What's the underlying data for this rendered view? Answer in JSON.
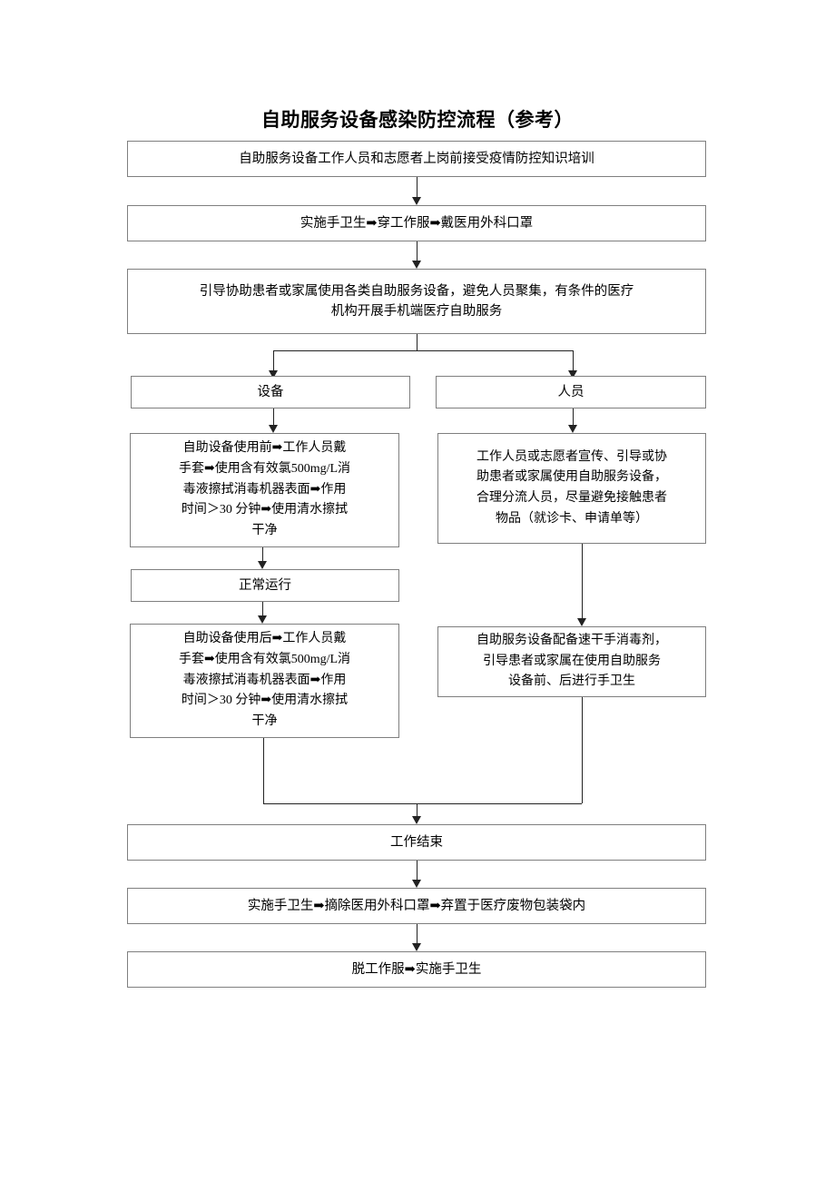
{
  "document": {
    "title": "自助服务设备感染防控流程（参考）"
  },
  "flow": {
    "step_training": "自助服务设备工作人员和志愿者上岗前接受疫情防控知识培训",
    "step_ppe_on": "实施手卫生➡穿工作服➡戴医用外科口罩",
    "step_guide": "引导协助患者或家属使用各类自助服务设备，避免人员聚集，有条件的医疗\n机构开展手机端医疗自助服务",
    "branch_equipment_label": "设备",
    "branch_personnel_label": "人员",
    "equipment_before_use": "自助设备使用前➡工作人员戴\n手套➡使用含有效氯500mg/L消\n毒液擦拭消毒机器表面➡作用\n时间＞30 分钟➡使用清水擦拭\n干净",
    "equipment_normal_operation": "正常运行",
    "equipment_after_use": "自助设备使用后➡工作人员戴\n手套➡使用含有效氯500mg/L消\n毒液擦拭消毒机器表面➡作用\n时间＞30 分钟➡使用清水擦拭\n干净",
    "personnel_guidance": "工作人员或志愿者宣传、引导或协\n助患者或家属使用自助服务设备，\n合理分流人员，尽量避免接触患者\n物品（就诊卡、申请单等）",
    "personnel_hand_sanitizer": "自助服务设备配备速干手消毒剂，\n引导患者或家属在使用自助服务\n设备前、后进行手卫生",
    "step_work_end": "工作结束",
    "step_mask_off": "实施手卫生➡摘除医用外科口罩➡弃置于医疗废物包装袋内",
    "step_gown_off": "脱工作服➡实施手卫生"
  },
  "style": {
    "box_border_color": "#7f7f7f",
    "connector_color": "#222222",
    "background": "#ffffff",
    "text_color": "#000000"
  }
}
